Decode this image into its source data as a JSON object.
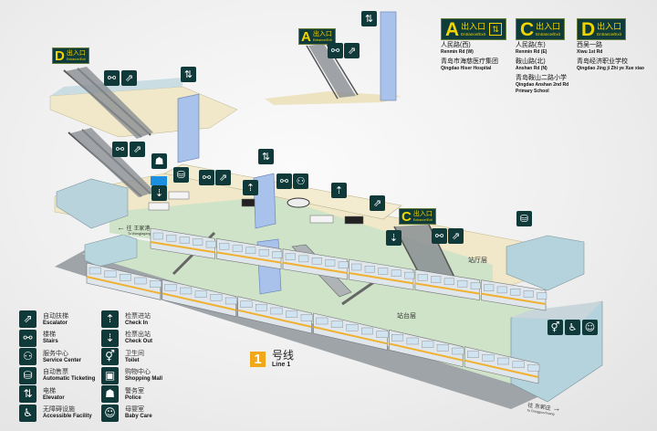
{
  "exits_header": [
    {
      "letter": "A",
      "cn": "出入口",
      "en": "Entrance/Exit",
      "has_elevator": true,
      "destinations": [
        {
          "cn": "人民路(西)",
          "en": "Renmin Rd (W)"
        },
        {
          "cn": "青岛市海慈医疗集团",
          "en": "Qingdao Hiser Hospital"
        }
      ]
    },
    {
      "letter": "C",
      "cn": "出入口",
      "en": "Entrance/Exit",
      "has_elevator": false,
      "destinations": [
        {
          "cn": "人民路(东)",
          "en": "Renmin Rd (E)"
        },
        {
          "cn": "鞍山路(北)",
          "en": "Anshan Rd (N)"
        },
        {
          "cn": "青岛鞍山二路小学",
          "en": "Qingdao Anshan 2nd Rd Primary School"
        }
      ]
    },
    {
      "letter": "D",
      "cn": "出入口",
      "en": "Entrance/Exit",
      "has_elevator": false,
      "destinations": [
        {
          "cn": "西吴一路",
          "en": "Xiwu 1st Rd"
        },
        {
          "cn": "青岛经济职业学校",
          "en": "Qingdao Jing ji Zhi ye Xue xiao"
        }
      ]
    }
  ],
  "map_exit_badges": [
    {
      "letter": "D",
      "cn": "出入口",
      "en": "Entrance/Exit"
    },
    {
      "letter": "A",
      "cn": "出入口",
      "en": "Entrance/Exit"
    },
    {
      "letter": "C",
      "cn": "出入口",
      "en": "Entrance/Exit"
    }
  ],
  "floors": {
    "concourse": "站厅层",
    "platform": "站台层"
  },
  "directions": {
    "west": {
      "cn": "往 王家港",
      "en": "To Wangjiagang",
      "arrow": "←"
    },
    "east": {
      "cn": "往 东郭庄",
      "en": "To Dongguozhuang",
      "arrow": "→"
    }
  },
  "line": {
    "number": "1",
    "cn": "号线",
    "en": "Line 1",
    "color": "#f0a81a"
  },
  "legend": {
    "left": [
      {
        "icon": "escalator-icon",
        "glyph": "⇗",
        "cn": "自动扶梯",
        "en": "Escalator"
      },
      {
        "icon": "stairs-icon",
        "glyph": "⚯",
        "cn": "楼梯",
        "en": "Stairs"
      },
      {
        "icon": "service-center-icon",
        "glyph": "⚇",
        "cn": "服务中心",
        "en": "Service Center"
      },
      {
        "icon": "ticketing-icon",
        "glyph": "⛁",
        "cn": "自动售票",
        "en": "Automatic Ticketing"
      },
      {
        "icon": "elevator-icon",
        "glyph": "⇅",
        "cn": "电梯",
        "en": "Elevator"
      },
      {
        "icon": "accessible-icon",
        "glyph": "♿",
        "cn": "无障碍设施",
        "en": "Accessible Facility"
      }
    ],
    "right": [
      {
        "icon": "check-in-icon",
        "glyph": "⇡",
        "cn": "检票进站",
        "en": "Check In"
      },
      {
        "icon": "check-out-icon",
        "glyph": "⇣",
        "cn": "检票出站",
        "en": "Check Out"
      },
      {
        "icon": "toilet-icon",
        "glyph": "⚥",
        "cn": "卫生间",
        "en": "Toilet"
      },
      {
        "icon": "shopping-icon",
        "glyph": "▣",
        "cn": "购物中心",
        "en": "Shopping Mall"
      },
      {
        "icon": "police-icon",
        "glyph": "☗",
        "cn": "警务室",
        "en": "Police"
      },
      {
        "icon": "baby-care-icon",
        "glyph": "☺",
        "cn": "母婴室",
        "en": "Baby Care"
      }
    ]
  },
  "map_icons": {
    "elevator": "⇅",
    "escalator": "⇗",
    "stairs": "⚯",
    "ticketing": "⛁",
    "police": "☗",
    "check_in": "⇡",
    "check_out": "⇣",
    "toilet": "⚥",
    "accessible": "♿",
    "baby": "☺",
    "service": "⚇"
  },
  "colors": {
    "icon_bg": "#103a3a",
    "exit_yellow": "#f2d400",
    "concourse_floor": "#f0e8c8",
    "platform_floor": "#cfe3c8",
    "elevator_shaft": "#a9c2ec",
    "structure_blue": "#b9d3dc",
    "train_stripe": "#f0b030"
  }
}
